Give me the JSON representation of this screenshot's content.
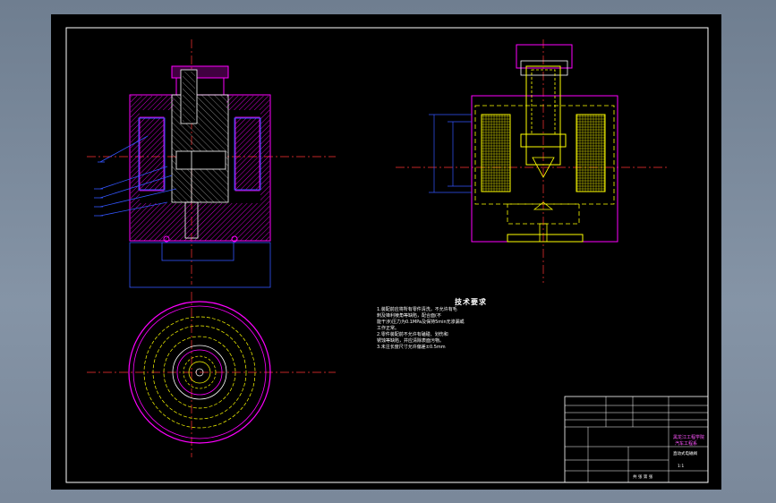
{
  "drawing": {
    "notes_heading": "技术要求",
    "notes": [
      "1.装配前应将所有零件清洗，不允许有毛",
      "刺及锋利棱角等缺陷，配合面(不",
      "能干涉)压力为0.1MPa及保持5min无渗漏或",
      "工作正常。",
      "2.零件装配前不允许有磕碰、划伤和",
      "锈蚀等缺陷，并应清除表面污物。",
      "3.未注长度尺寸允许偏差±0.5mm"
    ],
    "title_block": {
      "drawing_name": "直动式电磁阀",
      "school_line1": "黑龙江工程学院",
      "school_line2": "汽车工程系",
      "scale": "1:1",
      "sheet": "共 张  第 张"
    }
  },
  "colors": {
    "background": "#000000",
    "frame": "#ffffff",
    "section": "#ff00ff",
    "hidden": "#ffff00",
    "center": "#ff3333",
    "leader": "#3355ff",
    "outline": "#ffffff"
  }
}
